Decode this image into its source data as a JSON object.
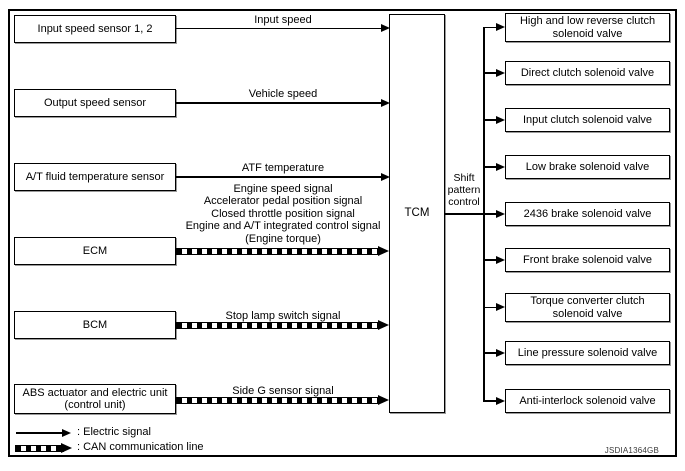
{
  "colors": {
    "ink": "#000000",
    "background": "#ffffff",
    "box_shadow": "#9a9a9a"
  },
  "inputs": [
    {
      "label": "Input speed sensor 1, 2",
      "signal": "Input speed",
      "line_type": "electric"
    },
    {
      "label": "Output speed sensor",
      "signal": "Vehicle speed",
      "line_type": "electric"
    },
    {
      "label": "A/T fluid temperature sensor",
      "signal": "ATF temperature",
      "line_type": "electric"
    },
    {
      "label": "ECM",
      "signal": "Engine speed signal\nAccelerator pedal position signal\nClosed throttle position signal\nEngine and A/T integrated control signal\n(Engine torque)",
      "line_type": "can"
    },
    {
      "label": "BCM",
      "signal": "Stop lamp switch signal",
      "line_type": "can"
    },
    {
      "label": "ABS actuator and electric unit\n(control unit)",
      "signal": "Side G sensor signal",
      "line_type": "can"
    }
  ],
  "controller": {
    "label": "TCM"
  },
  "shift_pattern_control": "Shift\npattern\ncontrol",
  "outputs": [
    "High and low reverse clutch\nsolenoid valve",
    "Direct clutch solenoid valve",
    "Input clutch solenoid valve",
    "Low brake solenoid valve",
    "2436 brake solenoid valve",
    "Front brake solenoid valve",
    "Torque converter clutch\nsolenoid valve",
    "Line pressure solenoid valve",
    "Anti-interlock solenoid valve"
  ],
  "legend": {
    "electric": ": Electric signal",
    "can": ": CAN communication line"
  },
  "watermark": "JSDIA1364GB"
}
